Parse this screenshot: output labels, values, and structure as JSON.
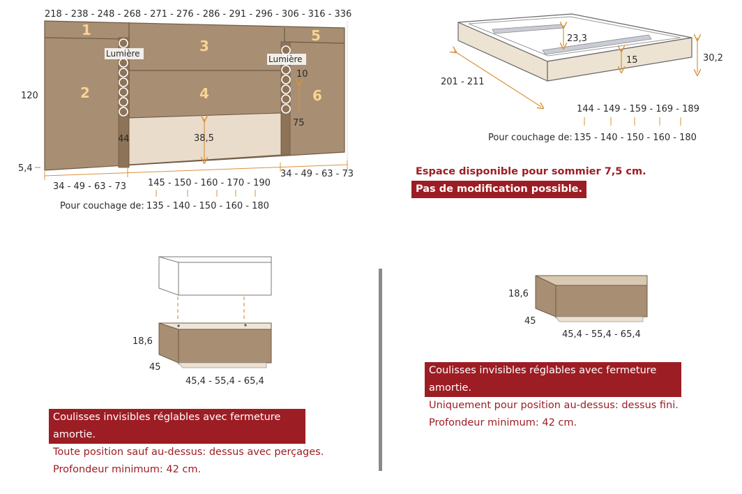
{
  "headboard": {
    "top_dims": "218 - 238 - 248 - 268 - 271 - 276 - 286 - 291 - 296 - 306 - 316 - 336",
    "panel_numbers": [
      "1",
      "2",
      "3",
      "4",
      "5",
      "6"
    ],
    "light_label_left": "Lumière",
    "light_label_right": "Lumière",
    "height": "120",
    "base_height": "5,4",
    "gap_44": "44",
    "niche_height": "38,5",
    "dim_10": "10",
    "dim_75": "75",
    "side_width_left": "34 - 49 - 63 - 73",
    "side_width_right": "34 - 49 - 63 - 73",
    "center_widths": "145 - 150 - 160 - 170 - 190",
    "couchage_label": "Pour couchage de:",
    "couchage_values": "135 - 140 - 150 - 160 - 180"
  },
  "frame": {
    "dim_23": "23,3",
    "dim_15": "15",
    "dim_30": "30,2",
    "length": "201 - 211",
    "widths": "144 - 149 - 159 - 169 - 189",
    "couchage_label": "Pour couchage de:",
    "couchage_values": "135 - 140 - 150 - 160 - 180",
    "note_line1": "Espace disponible pour sommier 7,5 cm.",
    "note_line2": "Pas de modification possible."
  },
  "nightstand_left": {
    "height": "18,6",
    "depth": "45",
    "widths": "45,4 - 55,4 - 65,4",
    "note_title_1": "Coulisses invisibles réglables avec fermeture",
    "note_title_2": "amortie.",
    "note_line1": "Toute position sauf au-dessus: dessus avec perçages.",
    "note_line2": "Profondeur minimum: 42 cm."
  },
  "nightstand_right": {
    "height": "18,6",
    "depth": "45",
    "widths": "45,4 - 55,4 - 65,4",
    "note_title_1": "Coulisses invisibles réglables avec fermeture",
    "note_title_2": "amortie.",
    "note_line1": "Uniquement pour position au-dessus: dessus fini.",
    "note_line2": "Profondeur minimum: 42 cm."
  },
  "colors": {
    "panel": "#a88e73",
    "panel_dark": "#8d7357",
    "niche": "#e9dccb",
    "frame_fill": "#ede3d3",
    "dimension_line": "#d9923a",
    "accent_red": "#9d1d24",
    "separator": "#8a8a8a"
  }
}
